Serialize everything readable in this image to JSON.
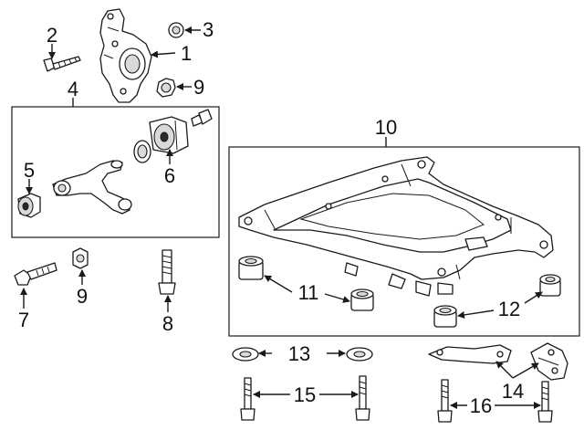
{
  "callouts": {
    "c1": "1",
    "c2": "2",
    "c3": "3",
    "c4": "4",
    "c5": "5",
    "c6": "6",
    "c7": "7",
    "c8": "8",
    "c9a": "9",
    "c9b": "9",
    "c10": "10",
    "c11": "11",
    "c12": "12",
    "c13": "13",
    "c14": "14",
    "c15": "15",
    "c16": "16"
  },
  "colors": {
    "line": "#1a1a1a",
    "background": "#ffffff"
  }
}
